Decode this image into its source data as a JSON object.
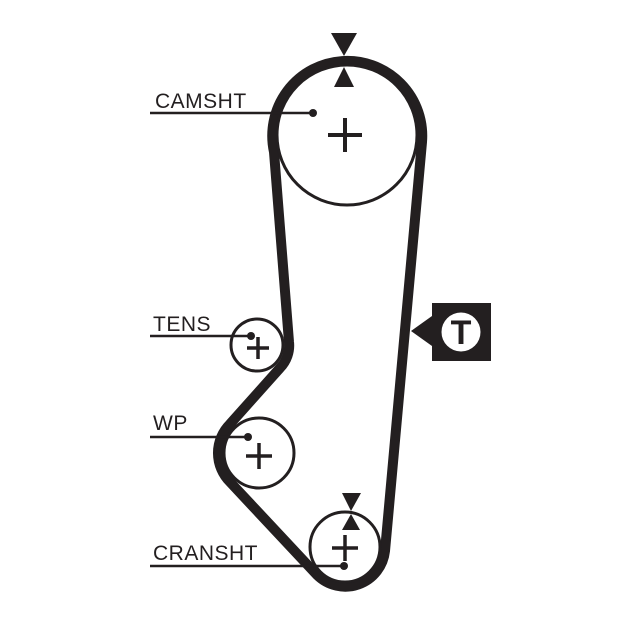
{
  "diagram": {
    "type": "timing-belt-routing-diagram",
    "colors": {
      "ink": "#231f20",
      "background": "#ffffff"
    },
    "pulleys": [
      {
        "id": "camshaft",
        "label": "CAMSHT"
      },
      {
        "id": "tensioner",
        "label": "TENS"
      },
      {
        "id": "water-pump",
        "label": "WP"
      },
      {
        "id": "crankshaft",
        "label": "CRANSHT"
      }
    ],
    "tension_marker": {
      "letter": "T"
    }
  }
}
